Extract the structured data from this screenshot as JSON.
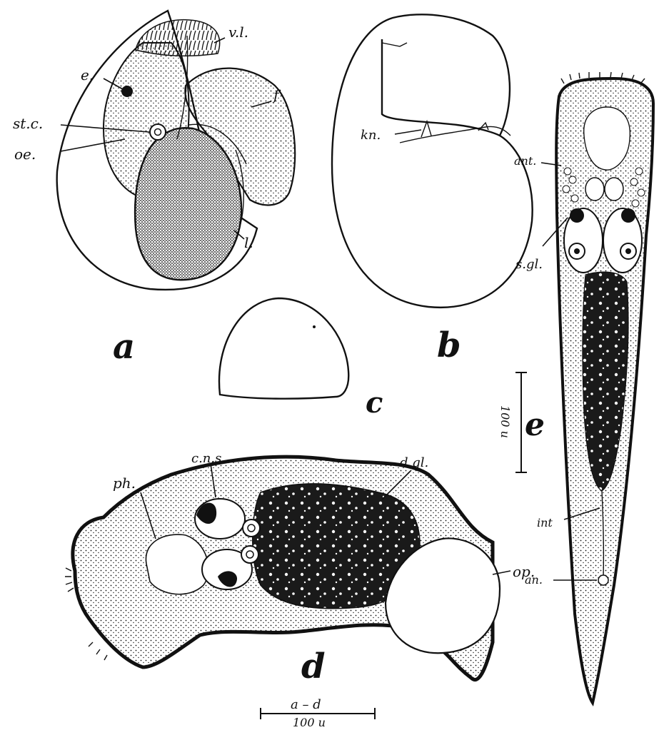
{
  "figure_a": {
    "panel_letter": "a",
    "labels": {
      "velum": "v.l.",
      "eye": "e.",
      "statocyst": "st.c.",
      "oesophagus": "oe.",
      "foot": "f",
      "liver": "l."
    }
  },
  "figure_b": {
    "panel_letter": "b",
    "labels": {
      "knob": "kn."
    }
  },
  "figure_c": {
    "panel_letter": "c"
  },
  "figure_d": {
    "panel_letter": "d",
    "labels": {
      "pharynx": "ph.",
      "cns": "c.n.s.",
      "digestive_gland": "d.gl.",
      "operculum": "op."
    }
  },
  "figure_e": {
    "panel_letter": "e",
    "labels": {
      "anterior": "ant.",
      "salivary_gland": "s.gl.",
      "intestine": "int",
      "anus": "an."
    }
  },
  "scale_bar_e": {
    "text": "100 u"
  },
  "scale_bar_ad": {
    "title": "a – d",
    "text": "100 u"
  },
  "colors": {
    "ink": "#111111",
    "paper": "#ffffff"
  }
}
